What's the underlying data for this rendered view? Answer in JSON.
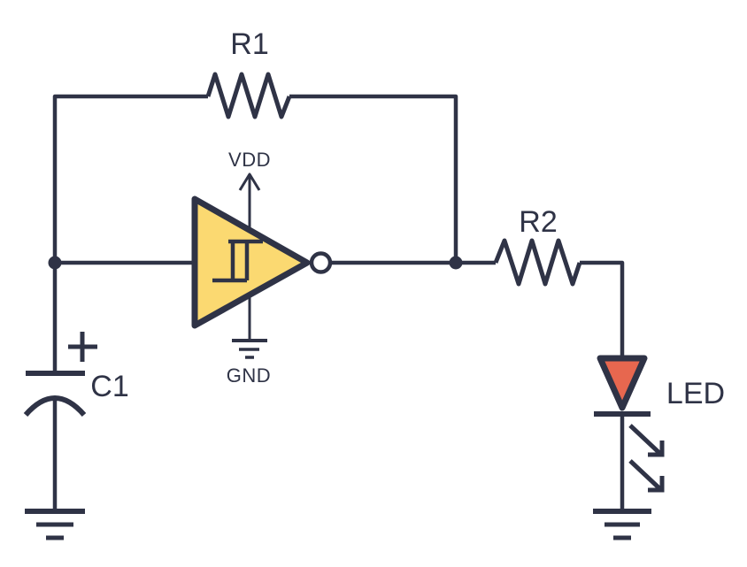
{
  "diagram": {
    "kind": "circuit-schematic",
    "description": "Schmitt-trigger inverter RC oscillator driving an LED",
    "background": "#ffffff",
    "colors": {
      "wire": "#2f3346",
      "text": "#2f3346",
      "gate_fill": "#fbd971",
      "led_fill": "#e7674f",
      "node_fill": "#2f3346",
      "bubble_fill": "#ffffff"
    },
    "labels": {
      "r1": "R1",
      "r2": "R2",
      "c1": "C1",
      "led": "LED",
      "vdd": "VDD",
      "gnd": "GND"
    },
    "components": [
      {
        "label": "R1",
        "type": "resistor",
        "position": "top feedback path"
      },
      {
        "label": "C1",
        "type": "polarized-capacitor",
        "position": "left branch to ground"
      },
      {
        "label": "",
        "type": "schmitt-trigger-inverter",
        "power_pin": "VDD",
        "ground_pin": "GND"
      },
      {
        "label": "R2",
        "type": "resistor",
        "position": "series with output"
      },
      {
        "label": "LED",
        "type": "light-emitting-diode",
        "position": "right branch to ground"
      }
    ]
  }
}
